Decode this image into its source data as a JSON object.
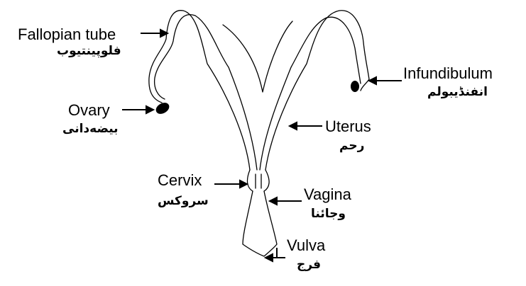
{
  "labels": {
    "fallopian_tube": {
      "en": "Fallopian tube",
      "local": "فلوپینتیوب"
    },
    "ovary": {
      "en": "Ovary",
      "local": "بیضەدانی"
    },
    "infundibulum": {
      "en": "Infundibulum",
      "local": "انفنڈیبولم"
    },
    "uterus": {
      "en": "Uterus",
      "local": "رحم"
    },
    "cervix": {
      "en": "Cervix",
      "local": "سروكس"
    },
    "vagina": {
      "en": "Vagina",
      "local": "وجائنا"
    },
    "vulva": {
      "en": "Vulva",
      "local": "فرج"
    }
  },
  "colors": {
    "line": "#000000",
    "background": "#ffffff"
  }
}
